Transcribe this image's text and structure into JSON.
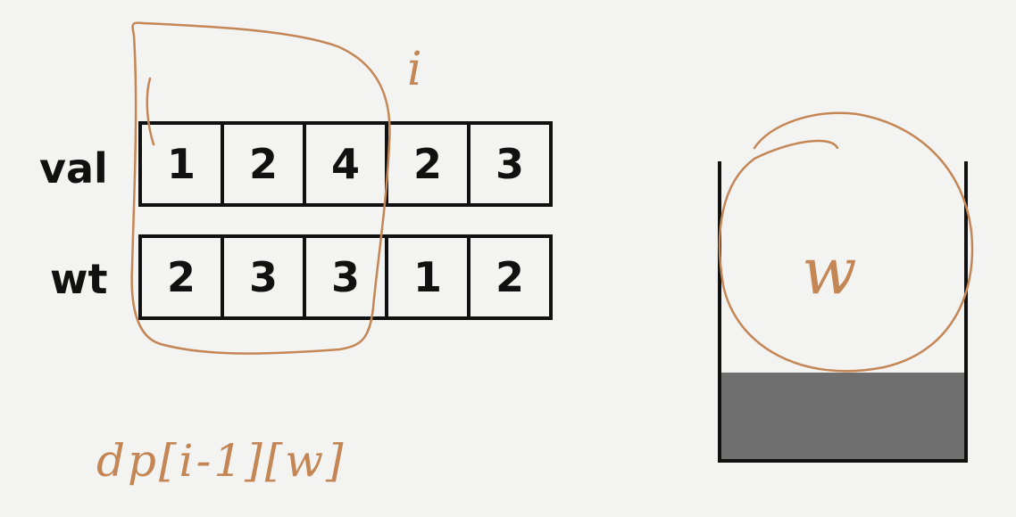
{
  "rows": {
    "val": {
      "label": "val",
      "cells": [
        "1",
        "2",
        "4",
        "2",
        "3"
      ]
    },
    "wt": {
      "label": "wt",
      "cells": [
        "2",
        "3",
        "3",
        "1",
        "2"
      ]
    }
  },
  "annotations": {
    "index_label": "i",
    "capacity_label": "w",
    "dp_expression": "dp[i-1][w]"
  },
  "colors": {
    "ink": "#c48655",
    "stroke": "#111111",
    "fill": "#6f6f6f",
    "background": "#f3f3f1"
  }
}
